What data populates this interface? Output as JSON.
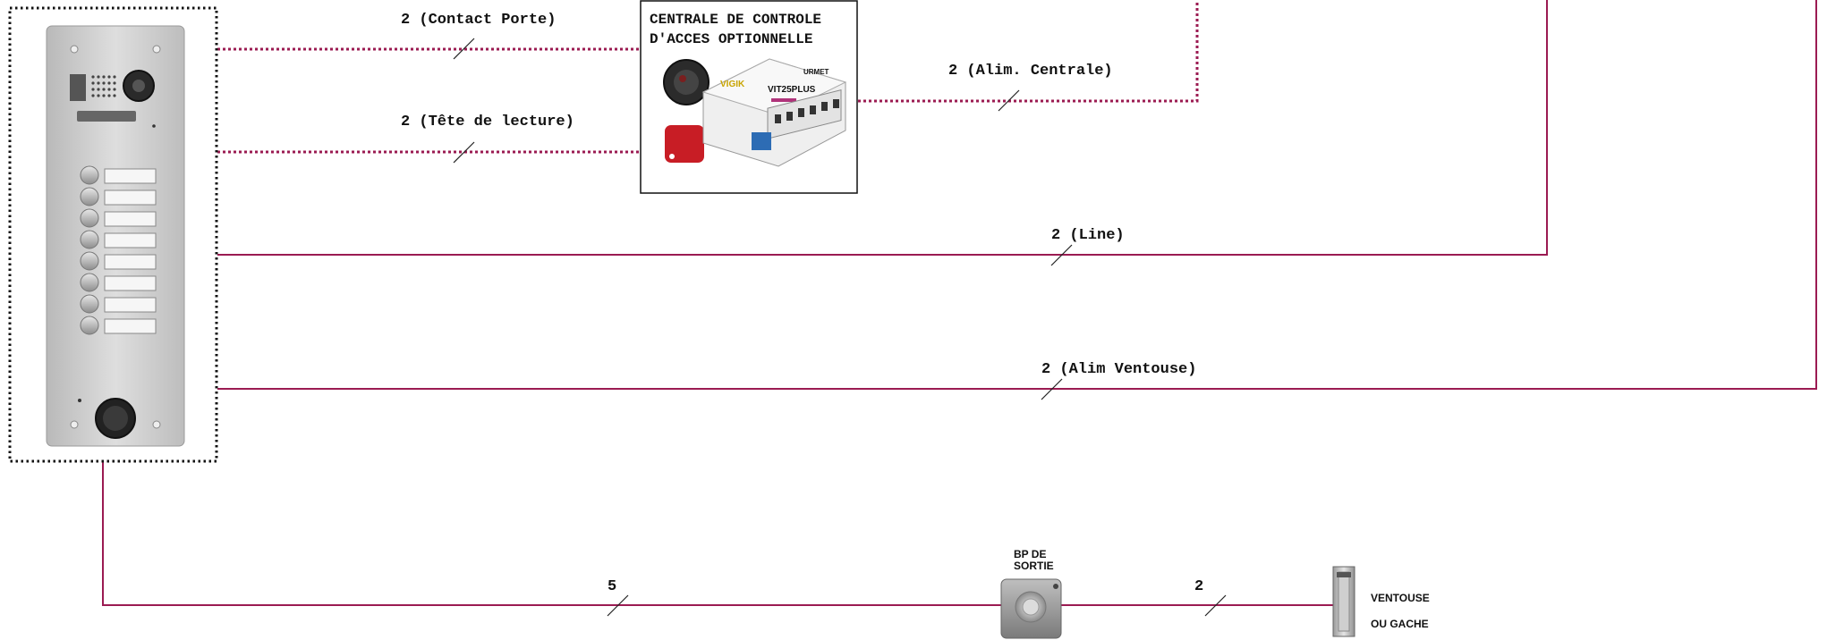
{
  "central_box": {
    "title_line1": "CENTRALE DE CONTROLE",
    "title_line2": "D'ACCES OPTIONNELLE",
    "module_brand": "VIGIK",
    "module_brand2": "URMET",
    "module_model": "VIT25PLUS"
  },
  "wires": {
    "contact_porte": "2 (Contact Porte)",
    "tete_lecture": "2 (Tête de lecture)",
    "alim_centrale": "2 (Alim. Centrale)",
    "line": "2 (Line)",
    "alim_ventouse": "2 (Alim Ventouse)",
    "bottom_left": "5",
    "bottom_right": "2"
  },
  "devices": {
    "bp_line1": "BP DE",
    "bp_line2": "SORTIE",
    "ventouse_line1": "VENTOUSE",
    "ventouse_line2": "OU GACHE"
  },
  "colors": {
    "wire": "#9b1b52",
    "panel": "#c9c9c9"
  }
}
